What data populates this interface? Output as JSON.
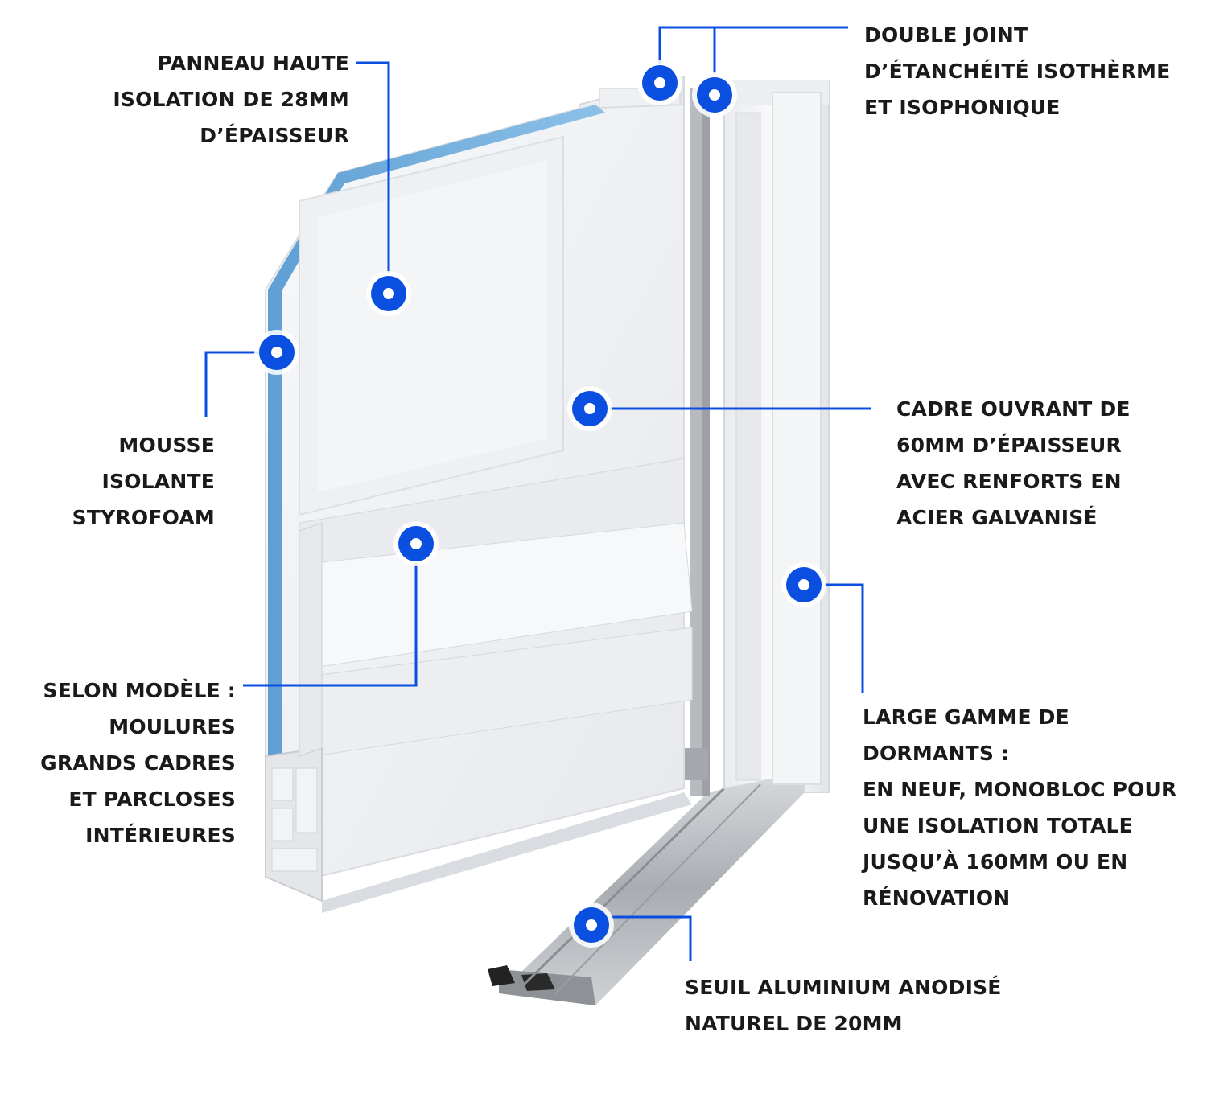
{
  "colors": {
    "accent_blue": "#0a4fe0",
    "text": "#1a1a1a",
    "foam": "#7bb4e0",
    "pvc_white": "#f2f3f5",
    "aluminium": "#b9bcc0"
  },
  "callouts": {
    "panneau": {
      "lines": [
        "PANNEAU HAUTE",
        "ISOLATION DE 28MM",
        "D’ÉPAISSEUR"
      ]
    },
    "mousse": {
      "lines": [
        "MOUSSE",
        "ISOLANTE",
        "STYROFOAM"
      ]
    },
    "selon": {
      "lines": [
        "SELON MODÈLE :",
        "MOULURES",
        "GRANDS CADRES",
        "ET PARCLOSES",
        "INTÉRIEURES"
      ]
    },
    "double": {
      "lines": [
        "DOUBLE JOINT",
        "D’ÉTANCHÉITÉ ISOTHÈRME",
        "ET ISOPHONIQUE"
      ]
    },
    "cadre": {
      "lines": [
        "CADRE OUVRANT DE",
        "60MM D’ÉPAISSEUR",
        "AVEC RENFORTS EN",
        "ACIER GALVANISÉ"
      ]
    },
    "large": {
      "lines": [
        "LARGE GAMME DE",
        "DORMANTS :",
        "EN NEUF, MONOBLOC POUR",
        "UNE ISOLATION TOTALE",
        "JUSQU’À 160MM OU EN",
        "RÉNOVATION"
      ]
    },
    "seuil": {
      "lines": [
        "SEUIL ALUMINIUM ANODISÉ",
        "NATUREL DE 20MM"
      ]
    }
  }
}
